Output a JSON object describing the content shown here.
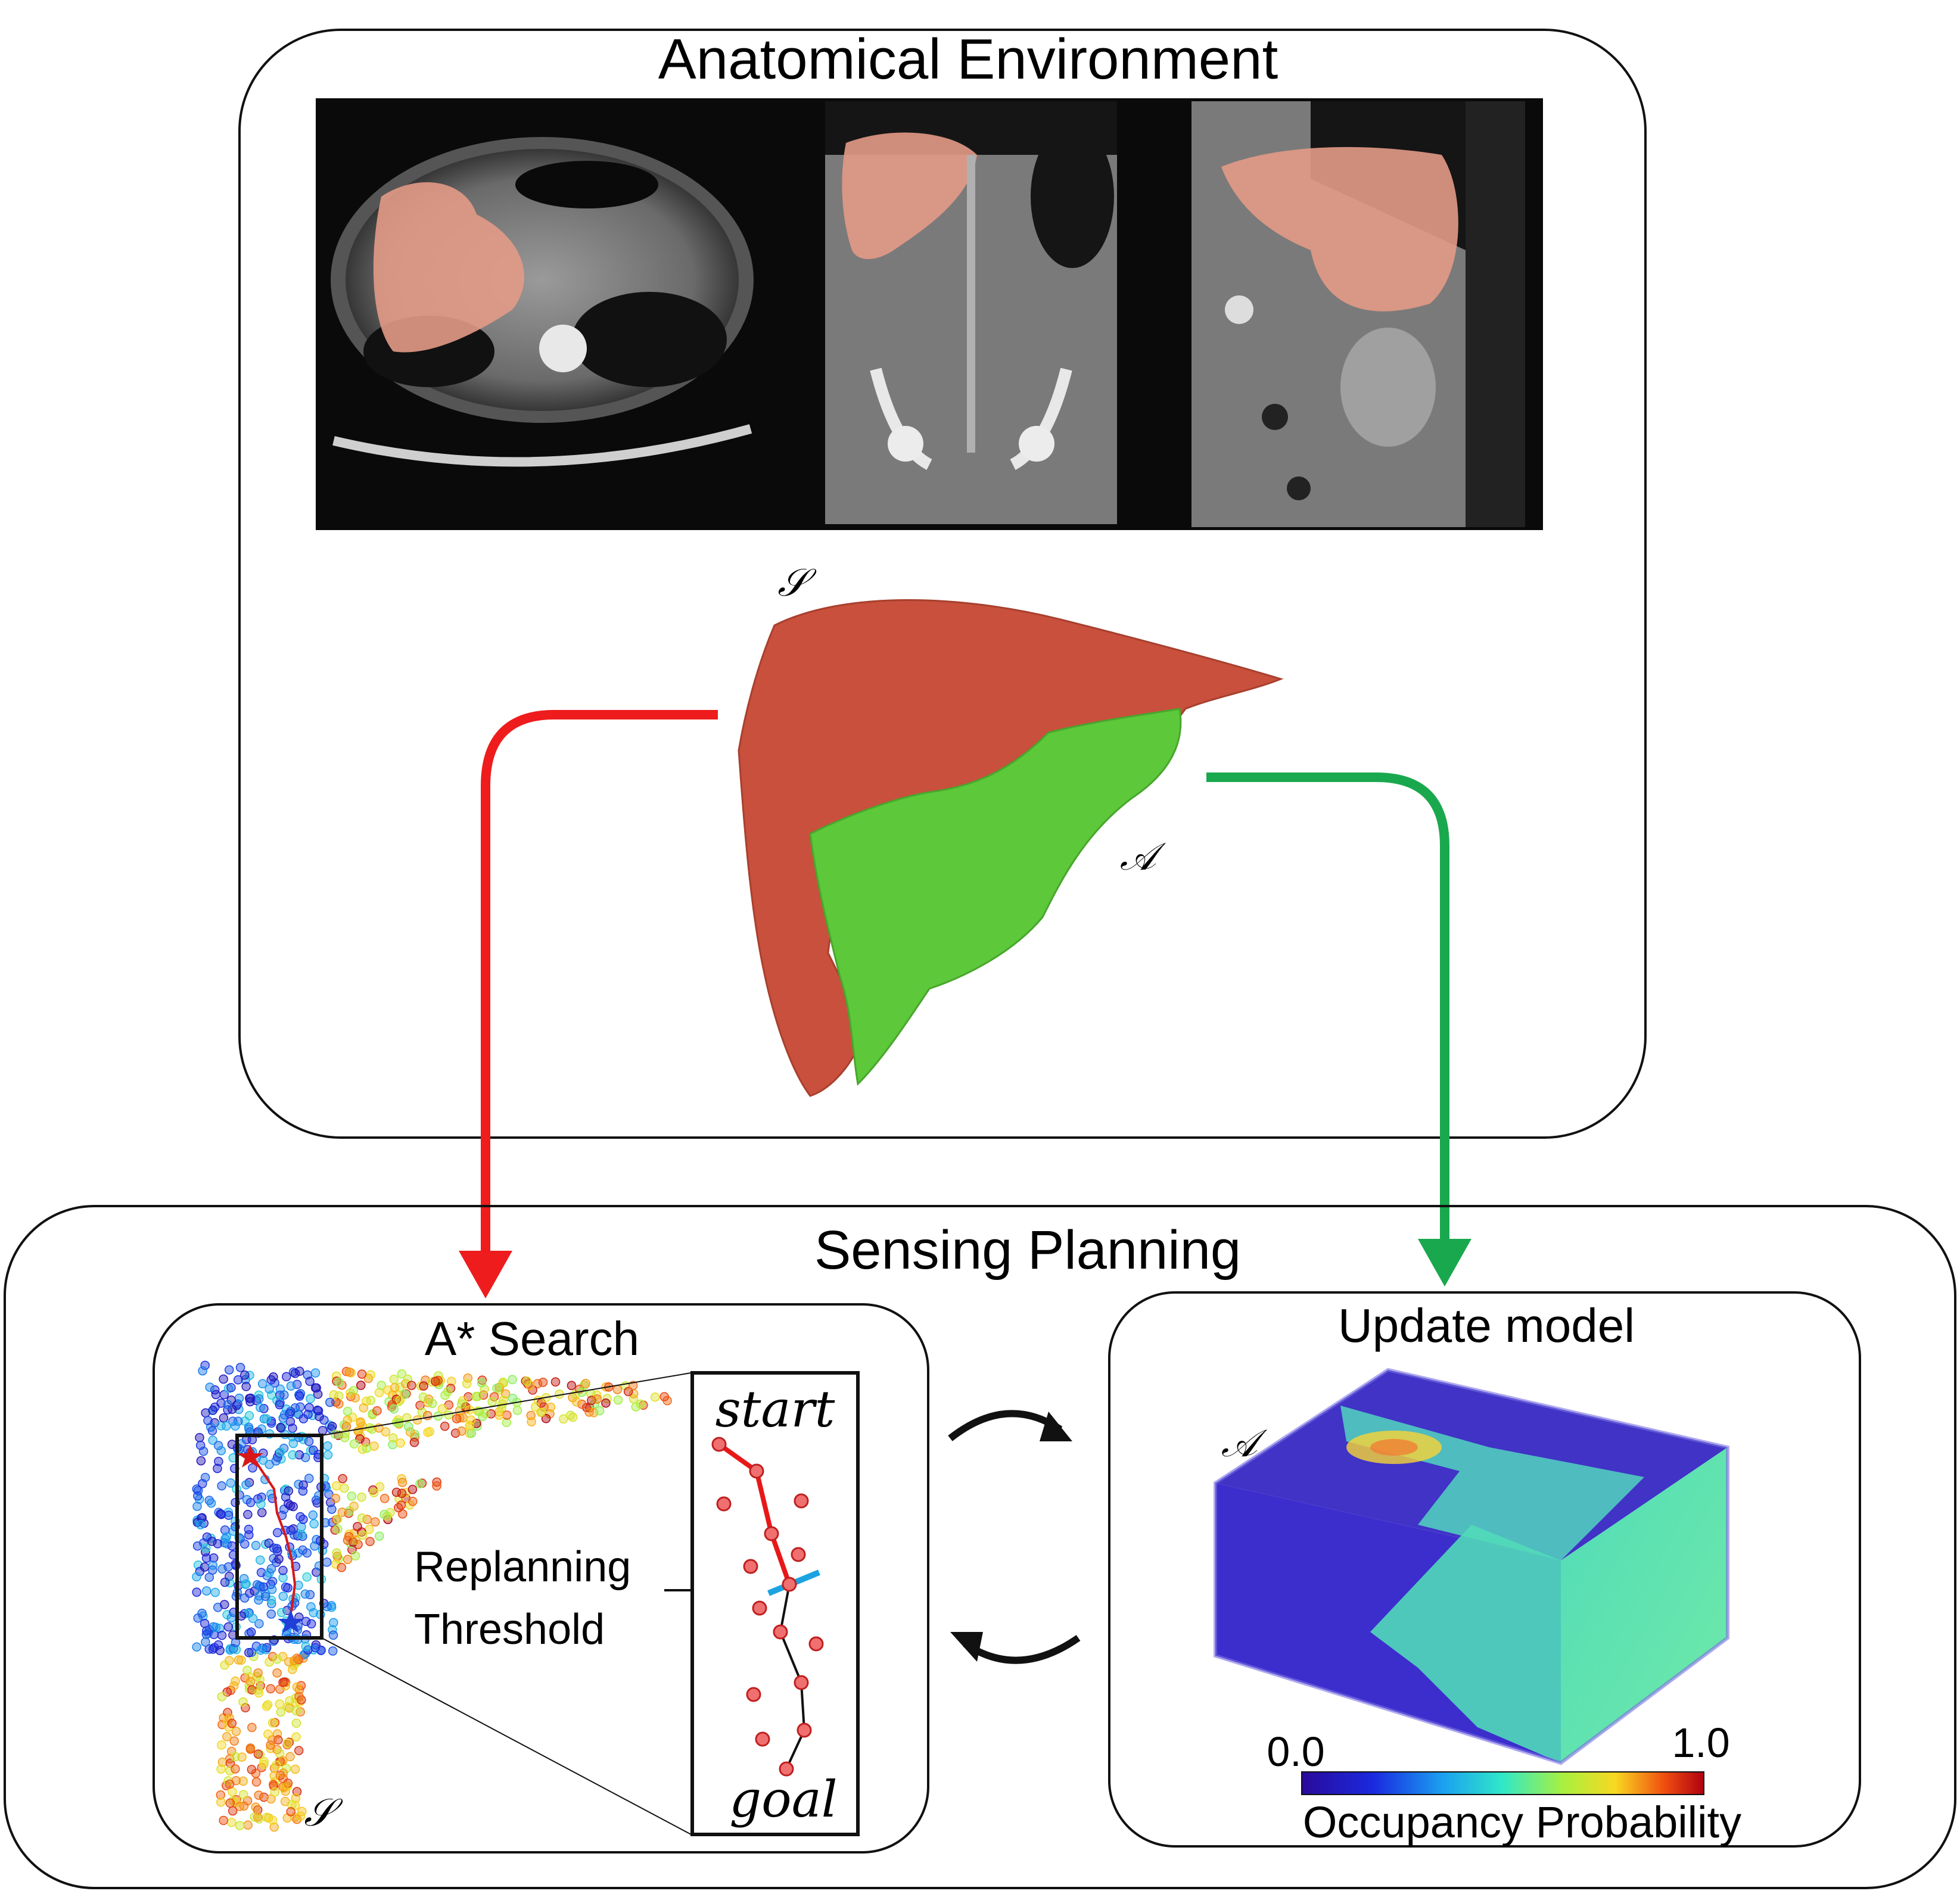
{
  "anatomical_environment": {
    "title": "Anatomical Environment",
    "ct_views": [
      "axial",
      "coronal",
      "sagittal"
    ],
    "surface_label": "𝒮",
    "target_label": "𝒜",
    "colors": {
      "surface": "#c8503c",
      "target": "#5cc83a",
      "overlay": "#e8a090"
    }
  },
  "sensing_planning": {
    "title": "Sensing Planning",
    "astar": {
      "title": "A* Search",
      "inset_start": "start",
      "inset_goal": "goal",
      "replanning_label_line1": "Replanning",
      "replanning_label_line2": "Threshold",
      "surface_label": "𝒮"
    },
    "update_model": {
      "title": "Update model",
      "target_label": "𝒜",
      "colorbar_min": "0.0",
      "colorbar_max": "1.0",
      "colorbar_label": "Occupancy Probability"
    }
  },
  "colors": {
    "red_arrow": "#ee1c1c",
    "green_arrow": "#1aa84e",
    "box_stroke": "#111111"
  }
}
